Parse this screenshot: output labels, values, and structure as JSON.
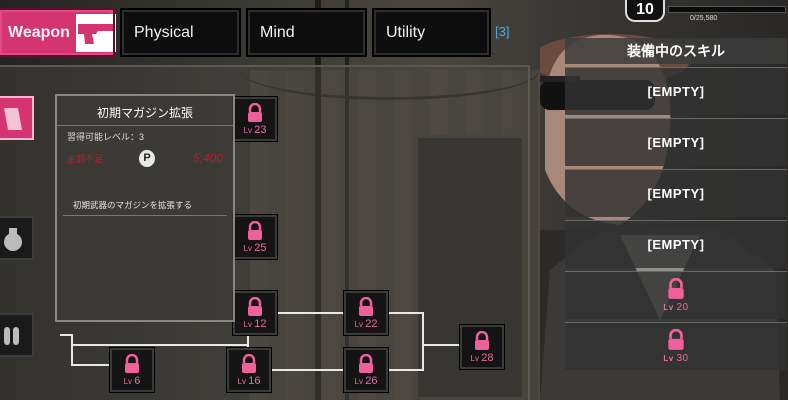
{
  "tabs": [
    {
      "label": "Weapon",
      "active": true
    },
    {
      "label": "Physical",
      "active": false
    },
    {
      "label": "Mind",
      "active": false
    },
    {
      "label": "Utility",
      "active": false
    }
  ],
  "tab_count": "[3]",
  "player": {
    "level": "10",
    "xp": "0/25,580",
    "xp_fraction": 0
  },
  "tooltip": {
    "title": "初期マガジン拡張",
    "required_level": "習得可能レベル：3",
    "cost_label": "金額不足",
    "currency_icon": "P",
    "cost_value": "5,400",
    "description": "初期武器のマガジンを拡張する"
  },
  "tree_nodes": [
    {
      "level_prefix": "Lv",
      "level": "23"
    },
    {
      "level_prefix": "Lv",
      "level": "25"
    },
    {
      "level_prefix": "Lv",
      "level": "12"
    },
    {
      "level_prefix": "Lv",
      "level": "22"
    },
    {
      "level_prefix": "Lv",
      "level": "6"
    },
    {
      "level_prefix": "Lv",
      "level": "16"
    },
    {
      "level_prefix": "Lv",
      "level": "26"
    },
    {
      "level_prefix": "Lv",
      "level": "28"
    }
  ],
  "equipped": {
    "header": "装備中のスキル",
    "slots": [
      {
        "label": "[EMPTY]"
      },
      {
        "label": "[EMPTY]"
      },
      {
        "label": "[EMPTY]"
      },
      {
        "label": "[EMPTY]"
      },
      {
        "level_prefix": "Lv",
        "level": "20"
      },
      {
        "level_prefix": "Lv",
        "level": "30"
      }
    ]
  },
  "colors": {
    "accent": "#d4346f",
    "lock": "#f0609a",
    "warning": "#c01a2a",
    "count": "#59a8d8"
  }
}
